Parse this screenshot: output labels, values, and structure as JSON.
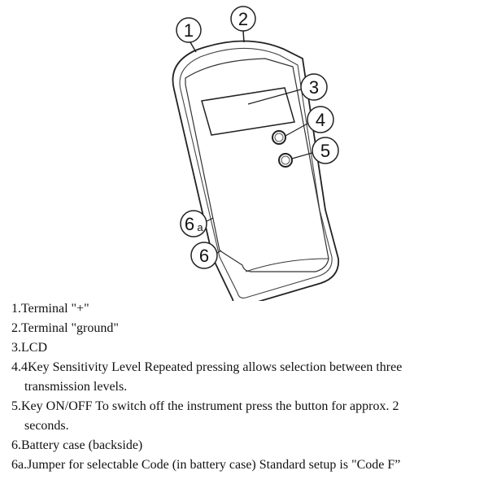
{
  "callouts": {
    "c1": "1",
    "c2": "2",
    "c3": "3",
    "c4": "4",
    "c5": "5",
    "c6a_main": "6",
    "c6a_sub": "a",
    "c6": "6"
  },
  "legend": {
    "item1": "1.Terminal \"+\"",
    "item2": "2.Terminal \"ground\"",
    "item3": "3.LCD",
    "item4_line1": "4.4Key Sensitivity Level Repeated pressing allows selection between three",
    "item4_line2": "transmission levels.",
    "item5_line1": "5.Key ON/OFF To switch off the instrument press the button for approx. 2",
    "item5_line2": "seconds.",
    "item6": "6.Battery case (backside)",
    "item6a": "6a.Jumper for selectable Code (in battery case) Standard setup is \"Code F”"
  }
}
